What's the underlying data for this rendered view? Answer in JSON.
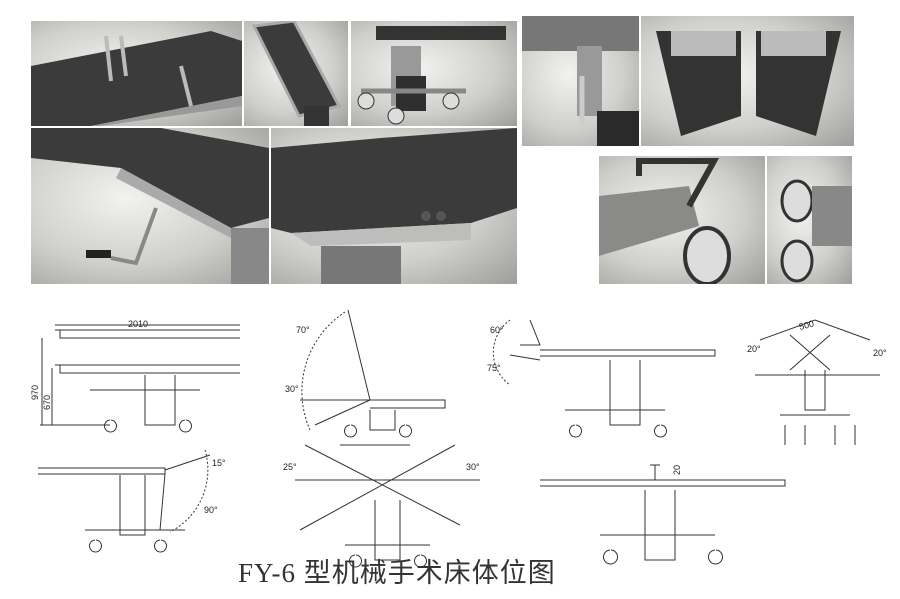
{
  "caption": "FY-6  型机械手术床体位图",
  "photos": [
    "head-frame-detail",
    "back-section-tilt",
    "table-on-column",
    "side-rail-crank",
    "kidney-bridge",
    "column-detail",
    "leg-sections",
    "push-handle",
    "caster-wheels"
  ],
  "dimensions": {
    "length": "2010",
    "max_height": "970",
    "min_height": "670",
    "width": "500"
  },
  "angles": {
    "back_up": "70°",
    "back_down": "30°",
    "head_up": "60°",
    "head_down": "75°",
    "lateral_left": "20°",
    "lateral_right": "20°",
    "leg_up": "15°",
    "leg_down": "90°",
    "trend": "25°",
    "reverse_trend": "30°",
    "bridge": "20"
  },
  "colors": {
    "line": "#333333",
    "top": "#3a3a3a",
    "steel": "#a8a8a6"
  }
}
